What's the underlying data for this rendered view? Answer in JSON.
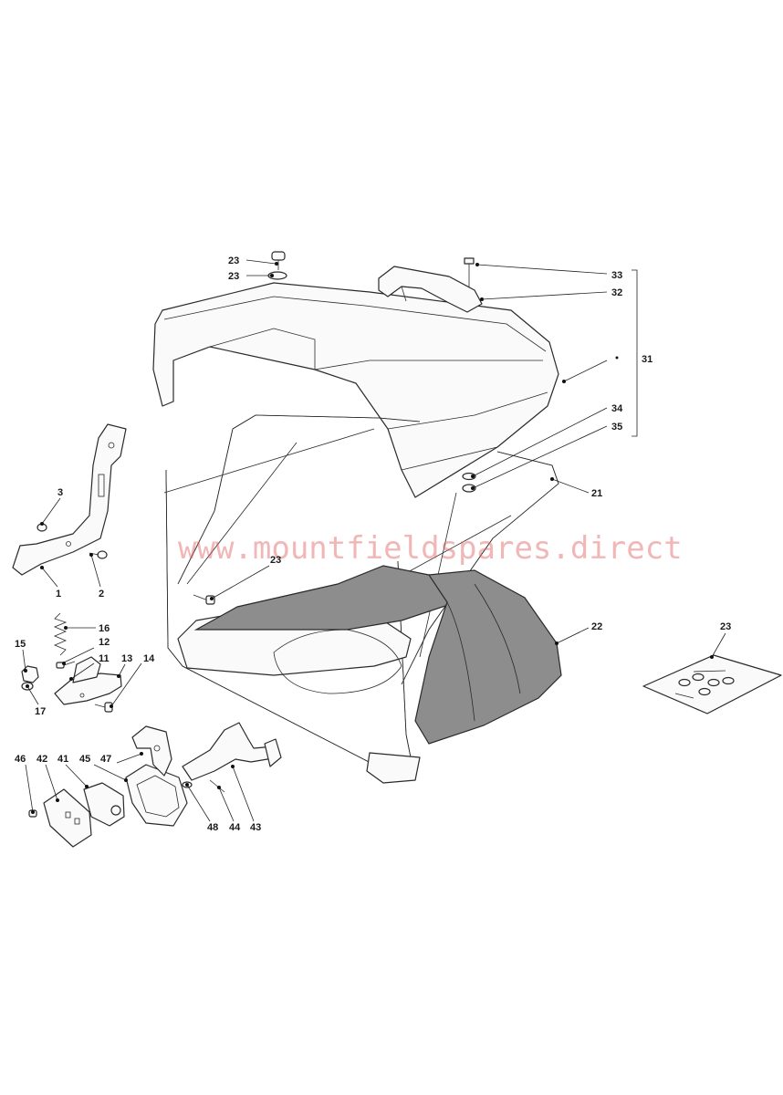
{
  "watermark": "www.mountfieldspares.direct",
  "labels": {
    "l1": "1",
    "l2": "2",
    "l3": "3",
    "l11": "11",
    "l12": "12",
    "l13": "13",
    "l14": "14",
    "l15": "15",
    "l16": "16",
    "l17": "17",
    "l21": "21",
    "l22": "22",
    "l23a": "23",
    "l23b": "23",
    "l23c": "23",
    "l23d": "23",
    "l31": "31",
    "l32": "32",
    "l33": "33",
    "l34": "34",
    "l35": "35",
    "l41": "41",
    "l42": "42",
    "l43": "43",
    "l44": "44",
    "l45": "45",
    "l46": "46",
    "l47": "47",
    "l48": "48"
  }
}
